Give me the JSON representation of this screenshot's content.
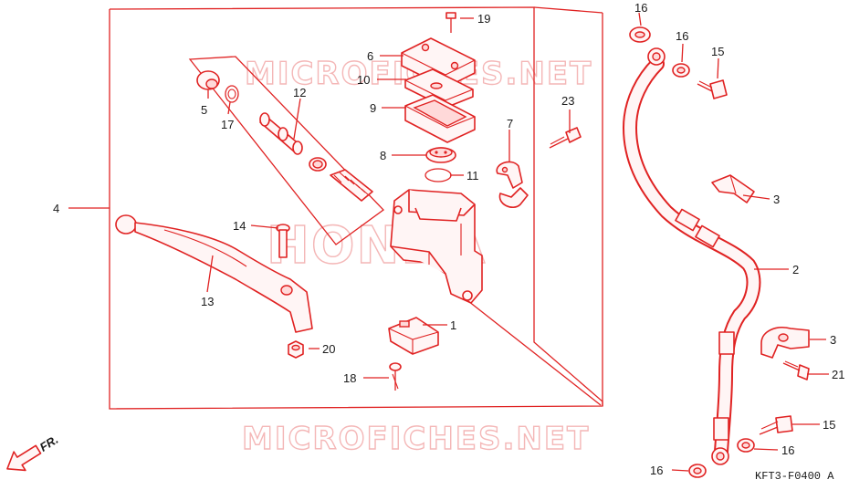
{
  "watermarks": {
    "top": "MICROFICHES.NET",
    "middle": "HONDA",
    "bottom": "MICROFICHES.NET"
  },
  "callouts": {
    "c1": "1",
    "c2": "2",
    "c3a": "3",
    "c3b": "3",
    "c4": "4",
    "c5": "5",
    "c6": "6",
    "c7": "7",
    "c8": "8",
    "c9": "9",
    "c10": "10",
    "c11": "11",
    "c12": "12",
    "c13": "13",
    "c14": "14",
    "c15a": "15",
    "c15b": "15",
    "c16a": "16",
    "c16b": "16",
    "c16c": "16",
    "c16d": "16",
    "c17": "17",
    "c18": "18",
    "c19": "19",
    "c20": "20",
    "c21": "21",
    "c23": "23"
  },
  "front_arrow": "FR.",
  "figure_code": "KFT3-F0400 A",
  "colors": {
    "line": "#e02222",
    "text": "#1a1a1a",
    "watermark": "#f4b7b7"
  }
}
